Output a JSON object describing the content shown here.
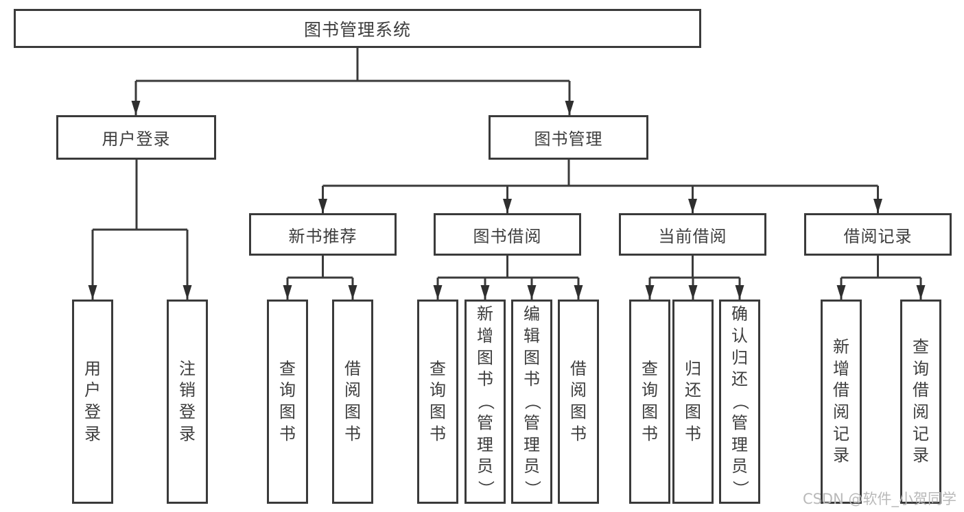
{
  "diagram": {
    "root": {
      "label": "图书管理系统"
    },
    "level1": [
      {
        "label": "用户登录"
      },
      {
        "label": "图书管理"
      }
    ],
    "level2": [
      {
        "label": "新书推荐"
      },
      {
        "label": "图书借阅"
      },
      {
        "label": "当前借阅"
      },
      {
        "label": "借阅记录"
      }
    ],
    "leaves": {
      "user_login": [
        "用户登录",
        "注销登录"
      ],
      "new_book_recommend": [
        "查询图书",
        "借阅图书"
      ],
      "book_borrowing": [
        "查询图书",
        "新增图书（管理员）",
        "编辑图书（管理员）",
        "借阅图书"
      ],
      "current_borrowing": [
        "查询图书",
        "归还图书",
        "确认归还（管理员）"
      ],
      "borrowing_records": [
        "新增借阅记录",
        "查询借阅记录"
      ]
    }
  },
  "watermark": {
    "text": "CSDN @软件_小贺同学"
  },
  "colors": {
    "line": "#3a3a3a",
    "arrow": "#2f2f2f",
    "text": "#3d3d3d",
    "watermark": "#b9b9b9",
    "background": "#ffffff"
  }
}
